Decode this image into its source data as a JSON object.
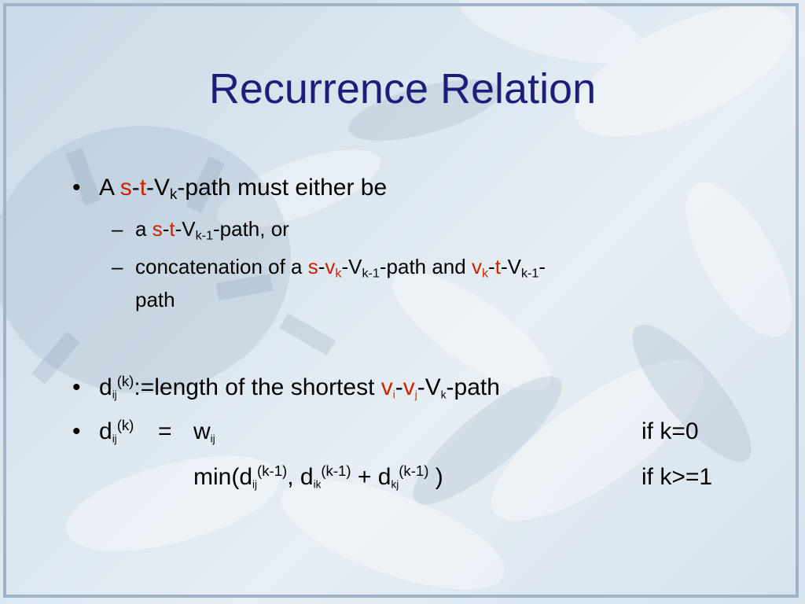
{
  "slide": {
    "title": "Recurrence Relation",
    "bullet_char": "•",
    "dash_char": "–",
    "bullet1": {
      "a": "A",
      "s": "s",
      "dash": "-",
      "t": "t",
      "v": "-V",
      "k": "k",
      "rest": "-path must either be"
    },
    "sub1": {
      "a": "a",
      "s": "s",
      "dash": "-",
      "t": "t",
      "v": "-V",
      "k1": "k-1",
      "rest": "-path, or"
    },
    "sub2": {
      "pre": "concatenation of a",
      "s": "s",
      "dash": "-",
      "v": "v",
      "k": "k",
      "vv": "-V",
      "k1": "k-1",
      "mid": "-path and",
      "v2": "v",
      "k2": "k",
      "dash2": "-",
      "t": "t",
      "vv2": "-V",
      "k12": "k-1",
      "tail": "-",
      "line2": "path"
    },
    "bullet2": {
      "d": "d",
      "ij": "ij",
      "kp": "(k)",
      "rest": ":=length of the shortest",
      "v1": "v",
      "i": "i",
      "dash": "-",
      "v2": "v",
      "j": "j",
      "vv": "-V",
      "k": "k",
      "tail": "-path"
    },
    "bullet3": {
      "d": "d",
      "ij": "ij",
      "kp": "(k)",
      "eq": "=",
      "w": "w",
      "wij": "ij",
      "cond1": "if k=0"
    },
    "formula2": {
      "min": "min(d",
      "ij": "ij",
      "kp1": "(k-1)",
      "comma": ", d",
      "ik": "ik",
      "kp2": "(k-1)",
      "plus": "+ d",
      "kj": "kj",
      "kp3": "(k-1)",
      "close": ")",
      "cond2": "if k>=1"
    }
  }
}
